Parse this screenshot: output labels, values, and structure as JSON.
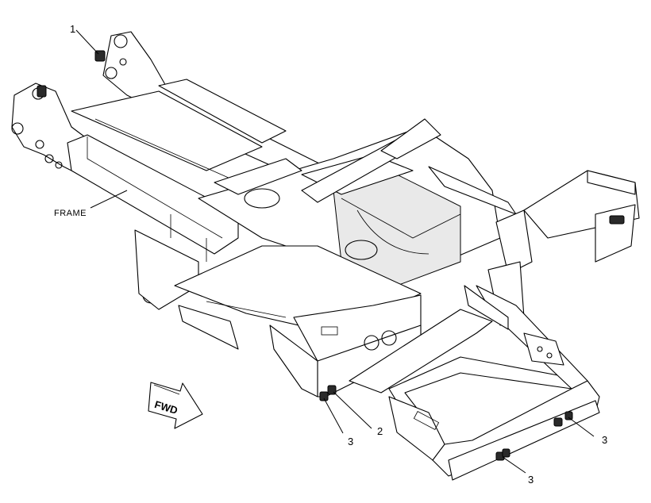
{
  "labels": {
    "frame": "FRAME",
    "fwd": "FWD"
  },
  "callouts": [
    "1",
    "2",
    "3",
    "3",
    "3"
  ]
}
